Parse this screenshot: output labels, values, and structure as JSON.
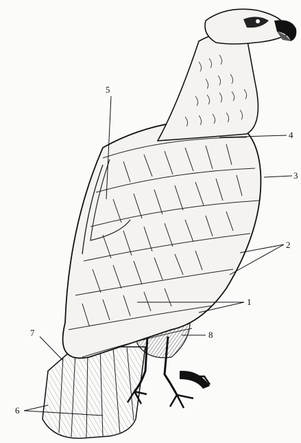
{
  "diagram": {
    "subject": "eagle-perched-side-view",
    "labels": [
      {
        "id": "label-1",
        "text": "1"
      },
      {
        "id": "label-2",
        "text": "2"
      },
      {
        "id": "label-3",
        "text": "3"
      },
      {
        "id": "label-4",
        "text": "4"
      },
      {
        "id": "label-5",
        "text": "5"
      },
      {
        "id": "label-6",
        "text": "6"
      },
      {
        "id": "label-7",
        "text": "7"
      },
      {
        "id": "label-8",
        "text": "8"
      }
    ],
    "colors": {
      "ink": "#111111",
      "paper": "#fbfbfa",
      "shade": "#e9e8e4"
    }
  }
}
